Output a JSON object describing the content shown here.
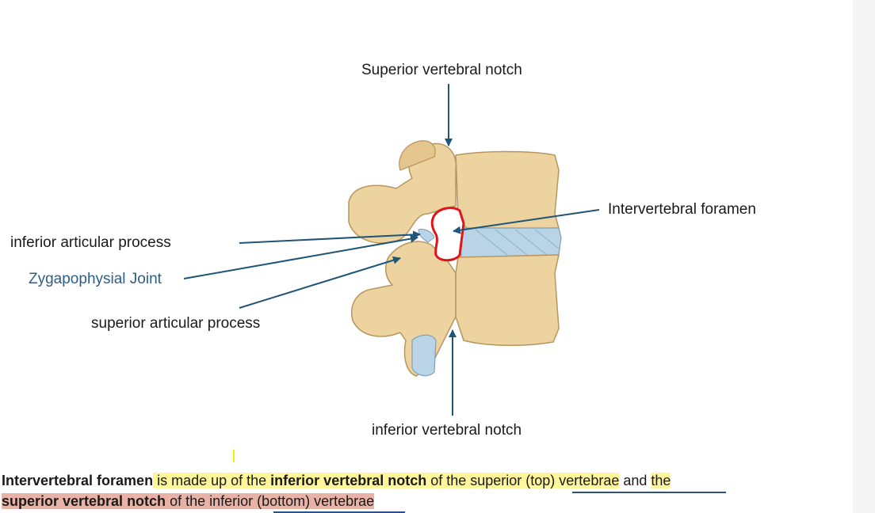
{
  "labels": {
    "superior_notch": "Superior vertebral notch",
    "intervertebral_foramen": "Intervertebral foramen",
    "inferior_articular": "inferior articular process",
    "zygapophysial": "Zygapophysial Joint",
    "superior_articular": "superior articular process",
    "inferior_notch": "inferior vertebral notch"
  },
  "caption": {
    "part1_bold": "Intervertebral foramen",
    "part2": " is made up of the ",
    "part3_bold": "inferior vertebral notch",
    "part4": " of the superior (top) vertebrae",
    "part5": " and ",
    "part6": "the ",
    "part7_bold": "superior vertebral notch",
    "part8": " of the inferior (bottom) vertebrae"
  },
  "colors": {
    "bone": "#ecd3a0",
    "bone_shadow": "#c9a771",
    "disc": "#b9d4e6",
    "foramen_outline": "#e0151b",
    "arrow": "#1f5577",
    "highlight_yellow": "#fff59a",
    "highlight_pink": "#e8b3a6"
  }
}
